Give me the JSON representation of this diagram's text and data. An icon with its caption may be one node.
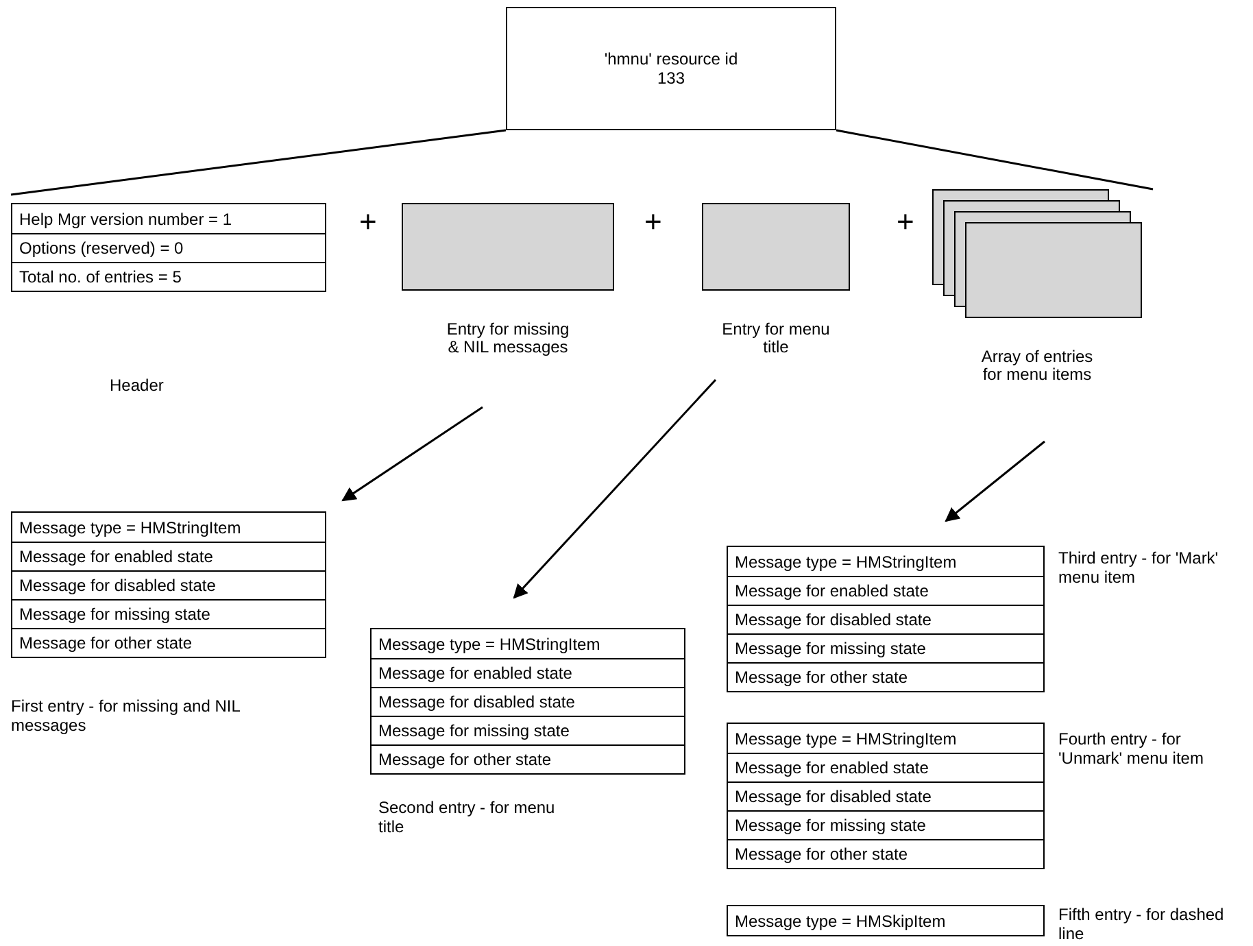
{
  "diagram": {
    "nodes": [
      {
        "text": [
          "'hmnu' resource id 133"
        ]
      },
      {
        "text": [
          "Help Mgr version number = 1",
          "Options (reserved) = 0",
          "Total no. of entries = 5"
        ]
      },
      {
        "text": [],
        "shape": "box",
        "beside": [
          "Entry for missing & NIL messages"
        ]
      },
      {
        "text": [],
        "shape": "box",
        "beside": [
          "Entry for menu title"
        ]
      },
      {
        "text": [],
        "shape": "box",
        "beside": [
          "Array of entries for menu items"
        ]
      },
      {
        "text": [
          "Message type = HMStringItem",
          "Message for enabled state",
          "Message for disabled state",
          "Message for missing state",
          "Message for other state"
        ],
        "beside": [
          "First entry - for missing and NIL messages"
        ]
      },
      {
        "text": [
          "Message type = HMStringItem",
          "Message for enabled state",
          "Message for disabled state",
          "Message for missing state",
          "Message for other state"
        ],
        "beside": [
          "Second entry - for menu title"
        ]
      },
      {
        "text": [
          "Message type = HMStringItem",
          "Message for enabled state",
          "Message for disabled state",
          "Message for missing state",
          "Message for other state"
        ],
        "beside": [
          "Third entry - for 'Mark' menu item"
        ]
      },
      {
        "text": [
          "Message type = HMStringItem",
          "Message for enabled state",
          "Message for disabled state",
          "Message for missing state",
          "Message for other state"
        ],
        "beside": [
          "Fourth entry - for 'Unmark' menu item"
        ]
      },
      {
        "text": [
          "Message type = HMSkipItem"
        ],
        "beside": [
          "Fifth entry - for dashed line"
        ]
      }
    ],
    "edges": [
      {
        "from": 0,
        "to": 1,
        "arrow": "none"
      },
      {
        "from": 0,
        "to": 4,
        "arrow": "none"
      },
      {
        "from": 2,
        "to": 5,
        "arrow": "to"
      },
      {
        "from": 3,
        "to": 6,
        "arrow": "to"
      },
      {
        "from": 4,
        "to": 7,
        "arrow": "to"
      }
    ],
    "labels": [
      "+",
      "+",
      "+",
      "Header"
    ]
  }
}
